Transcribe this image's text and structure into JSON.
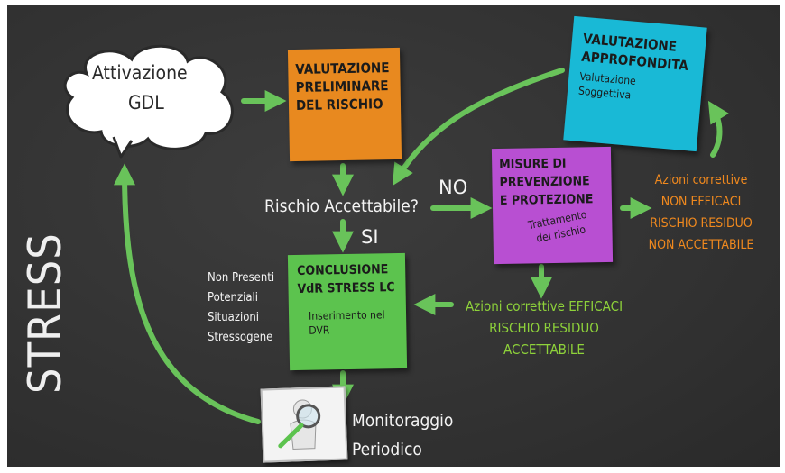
{
  "cloud": {
    "line1": "Attivazione",
    "line2": "GDL"
  },
  "note_valutazione_preliminare": {
    "lines": [
      "VALUTAZIONE",
      "PRELIMINARE",
      "DEL RISCHIO"
    ]
  },
  "note_valutazione_approfondita": {
    "title": [
      "VALUTAZIONE",
      "APPROFONDITA"
    ],
    "subtitle": [
      "Valutazione",
      "Soggettiva"
    ]
  },
  "note_misure": {
    "title": [
      "MISURE DI",
      "PREVENZIONE",
      "E PROTEZIONE"
    ],
    "subtitle": [
      "Trattamento",
      "del rischio"
    ]
  },
  "note_conclusione": {
    "title": [
      "CONCLUSIONE",
      "VdR STRESS LC"
    ],
    "subtitle": [
      "Inserimento nel",
      "DVR"
    ]
  },
  "decision": "Rischio Accettabile?",
  "label_no": "NO",
  "label_si": "SI",
  "non_presenti": [
    "Non Presenti",
    "Potenziali",
    "Situazioni",
    "Stressogene"
  ],
  "azioni_efficaci": [
    "Azioni correttive EFFICACI",
    "RISCHIO RESIDUO",
    "ACCETTABILE"
  ],
  "azioni_non_efficaci": [
    "Azioni correttive",
    "NON EFFICACI",
    "RISCHIO RESIDUO",
    "NON ACCETTABILE"
  ],
  "monitoraggio": [
    "Monitoraggio",
    "Periodico"
  ],
  "side_title": "STRESS",
  "colors": {
    "orange_note": "#e8891f",
    "cyan_note": "#19b9d6",
    "purple_note": "#b84fd2",
    "green_note": "#5cc34e",
    "arrow_green": "#69c35a"
  }
}
